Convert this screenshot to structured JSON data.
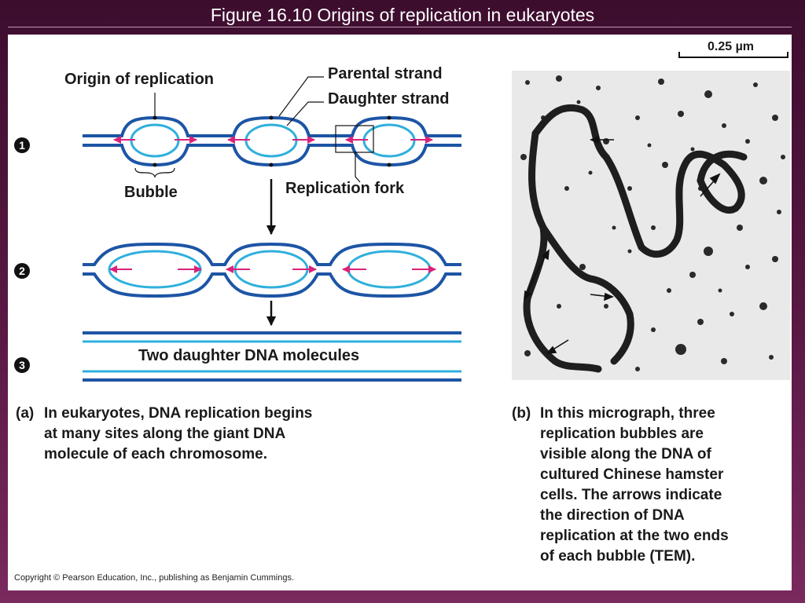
{
  "slide": {
    "title": "Figure 16.10  Origins of replication in eukaryotes",
    "copyright": "Copyright © Pearson Education, Inc., publishing as Benjamin Cummings."
  },
  "diagram": {
    "labels": {
      "origin": "Origin of replication",
      "parental": "Parental strand",
      "daughter": "Daughter strand",
      "bubble": "Bubble",
      "fork": "Replication fork",
      "two_molecules": "Two daughter DNA molecules"
    },
    "steps": [
      "1",
      "2",
      "3"
    ],
    "colors": {
      "parental": "#1d55a5",
      "daughter": "#2fb0dc",
      "arrow": "#d8237a"
    }
  },
  "micrograph": {
    "scale_label": "0.25 µm"
  },
  "captions": {
    "a_tag": "(a)",
    "a_lines": [
      "In eukaryotes, DNA replication begins",
      "at many sites along the giant DNA",
      "molecule of each chromosome."
    ],
    "b_tag": "(b)",
    "b_lines": [
      "In this micrograph, three",
      "replication bubbles are",
      "visible along the DNA of",
      "cultured Chinese hamster",
      "cells. The arrows indicate",
      "the direction of DNA",
      "replication at the two ends",
      "of each bubble (TEM)."
    ]
  }
}
